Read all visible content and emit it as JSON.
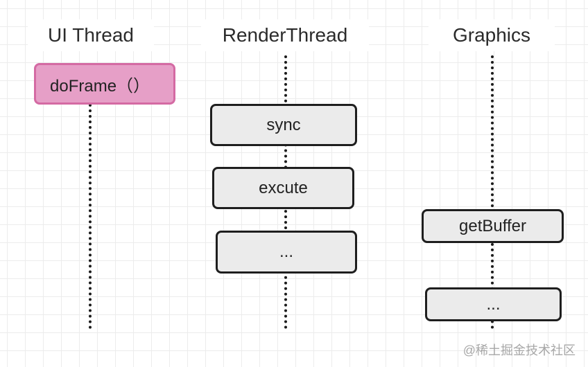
{
  "lanes": {
    "ui_thread": {
      "title": "UI Thread",
      "steps": [
        "doFrame（）"
      ]
    },
    "render_thread": {
      "title": "RenderThread",
      "steps": [
        "sync",
        "excute",
        "..."
      ]
    },
    "graphics": {
      "title": "Graphics",
      "steps": [
        "getBuffer",
        "..."
      ]
    }
  },
  "colors": {
    "highlight_fill": "#e69fc7",
    "highlight_border": "#d46aa3",
    "box_fill": "#ebebeb",
    "box_border": "#1e1e1e"
  },
  "watermark": "@稀土掘金技术社区"
}
